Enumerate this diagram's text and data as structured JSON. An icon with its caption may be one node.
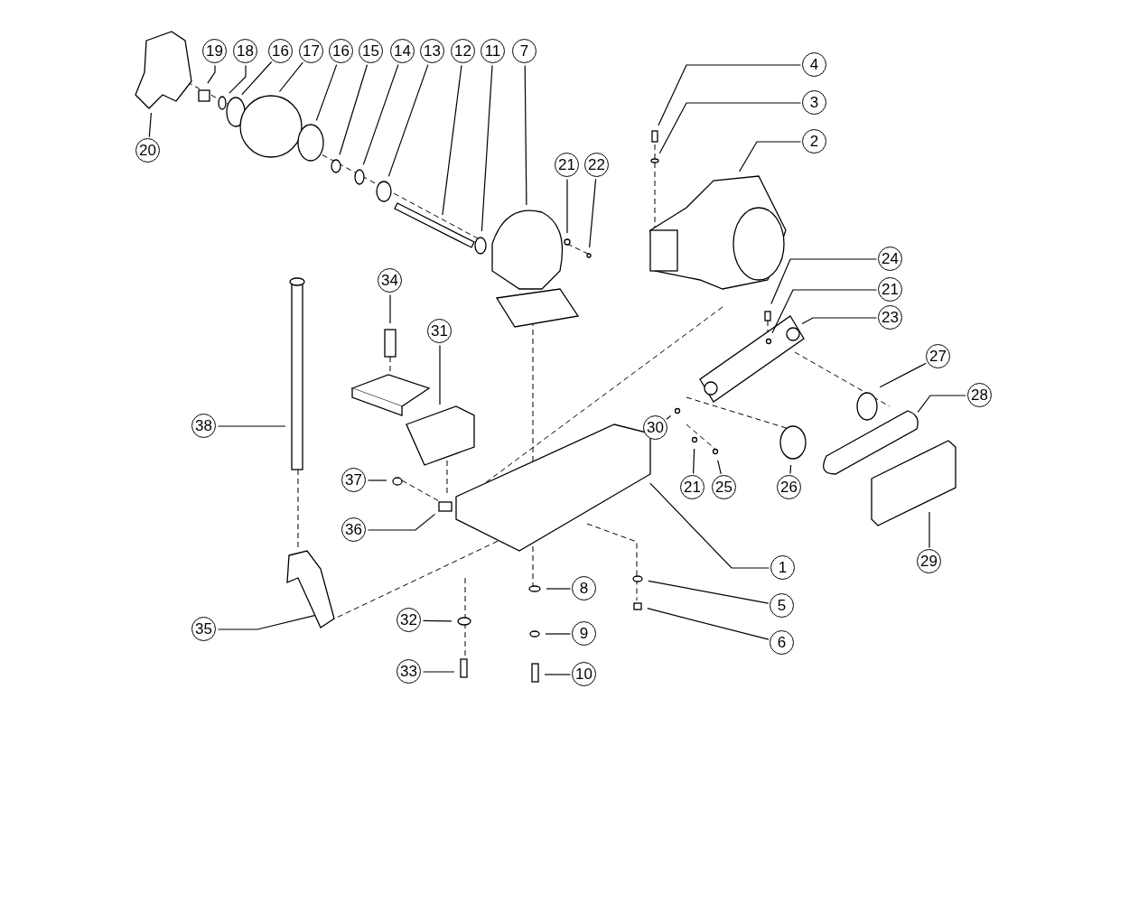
{
  "diagram": {
    "nodes": [
      {
        "text": [
          "19"
        ]
      },
      {
        "text": [
          "18"
        ]
      },
      {
        "text": [
          "16"
        ]
      },
      {
        "text": [
          "17"
        ]
      },
      {
        "text": [
          "16"
        ]
      },
      {
        "text": [
          "15"
        ]
      },
      {
        "text": [
          "14"
        ]
      },
      {
        "text": [
          "13"
        ]
      },
      {
        "text": [
          "12"
        ]
      },
      {
        "text": [
          "11"
        ]
      },
      {
        "text": [
          "7"
        ]
      },
      {
        "text": [
          "4"
        ]
      },
      {
        "text": [
          "3"
        ]
      },
      {
        "text": [
          "2"
        ]
      },
      {
        "text": [
          "20"
        ]
      },
      {
        "text": [
          "21"
        ]
      },
      {
        "text": [
          "22"
        ]
      },
      {
        "text": [
          "24"
        ]
      },
      {
        "text": [
          "34"
        ]
      },
      {
        "text": [
          "21"
        ]
      },
      {
        "text": [
          "23"
        ]
      },
      {
        "text": [
          "31"
        ]
      },
      {
        "text": [
          "27"
        ]
      },
      {
        "text": [
          "28"
        ]
      },
      {
        "text": [
          "38"
        ]
      },
      {
        "text": [
          "30"
        ]
      },
      {
        "text": [
          "37"
        ]
      },
      {
        "text": [
          "21"
        ]
      },
      {
        "text": [
          "25"
        ]
      },
      {
        "text": [
          "26"
        ]
      },
      {
        "text": [
          "36"
        ]
      },
      {
        "text": [
          "29"
        ]
      },
      {
        "text": [
          "1"
        ]
      },
      {
        "text": [
          "8"
        ]
      },
      {
        "text": [
          "5"
        ]
      },
      {
        "text": [
          "32"
        ]
      },
      {
        "text": [
          "35"
        ]
      },
      {
        "text": [
          "9"
        ]
      },
      {
        "text": [
          "6"
        ]
      },
      {
        "text": [
          "33"
        ]
      },
      {
        "text": [
          "10"
        ]
      }
    ],
    "edges": [
      {
        "from": 0,
        "to": null,
        "arrow": "none"
      },
      {
        "from": 1,
        "to": null,
        "arrow": "none"
      },
      {
        "from": 2,
        "to": null,
        "arrow": "none"
      },
      {
        "from": 3,
        "to": null,
        "arrow": "none"
      },
      {
        "from": 4,
        "to": null,
        "arrow": "none"
      },
      {
        "from": 5,
        "to": null,
        "arrow": "none"
      },
      {
        "from": 6,
        "to": null,
        "arrow": "none"
      },
      {
        "from": 7,
        "to": null,
        "arrow": "none"
      },
      {
        "from": 8,
        "to": null,
        "arrow": "none"
      },
      {
        "from": 9,
        "to": null,
        "arrow": "none"
      },
      {
        "from": 10,
        "to": null,
        "arrow": "none"
      },
      {
        "from": 11,
        "to": null,
        "arrow": "none"
      },
      {
        "from": 12,
        "to": null,
        "arrow": "none"
      },
      {
        "from": 13,
        "to": null,
        "arrow": "none"
      },
      {
        "from": 14,
        "to": null,
        "arrow": "none"
      },
      {
        "from": 15,
        "to": null,
        "arrow": "none"
      },
      {
        "from": 16,
        "to": null,
        "arrow": "none"
      },
      {
        "from": 17,
        "to": null,
        "arrow": "none"
      },
      {
        "from": 18,
        "to": null,
        "arrow": "none"
      },
      {
        "from": 19,
        "to": null,
        "arrow": "none"
      },
      {
        "from": 20,
        "to": null,
        "arrow": "none"
      },
      {
        "from": 21,
        "to": null,
        "arrow": "none"
      },
      {
        "from": 22,
        "to": null,
        "arrow": "none"
      },
      {
        "from": 23,
        "to": null,
        "arrow": "none"
      },
      {
        "from": 24,
        "to": null,
        "arrow": "none"
      },
      {
        "from": 25,
        "to": null,
        "arrow": "none"
      },
      {
        "from": 26,
        "to": null,
        "arrow": "none"
      },
      {
        "from": 27,
        "to": null,
        "arrow": "none"
      },
      {
        "from": 28,
        "to": null,
        "arrow": "none"
      },
      {
        "from": 29,
        "to": null,
        "arrow": "none"
      },
      {
        "from": 30,
        "to": null,
        "arrow": "none"
      },
      {
        "from": 31,
        "to": null,
        "arrow": "none"
      },
      {
        "from": 32,
        "to": null,
        "arrow": "none"
      },
      {
        "from": 33,
        "to": null,
        "arrow": "none"
      },
      {
        "from": 34,
        "to": null,
        "arrow": "none"
      },
      {
        "from": 35,
        "to": null,
        "arrow": "none"
      },
      {
        "from": 36,
        "to": null,
        "arrow": "none"
      },
      {
        "from": 37,
        "to": null,
        "arrow": "none"
      },
      {
        "from": 38,
        "to": null,
        "arrow": "none"
      },
      {
        "from": 39,
        "to": null,
        "arrow": "none"
      },
      {
        "from": 40,
        "to": null,
        "arrow": "none"
      }
    ]
  }
}
